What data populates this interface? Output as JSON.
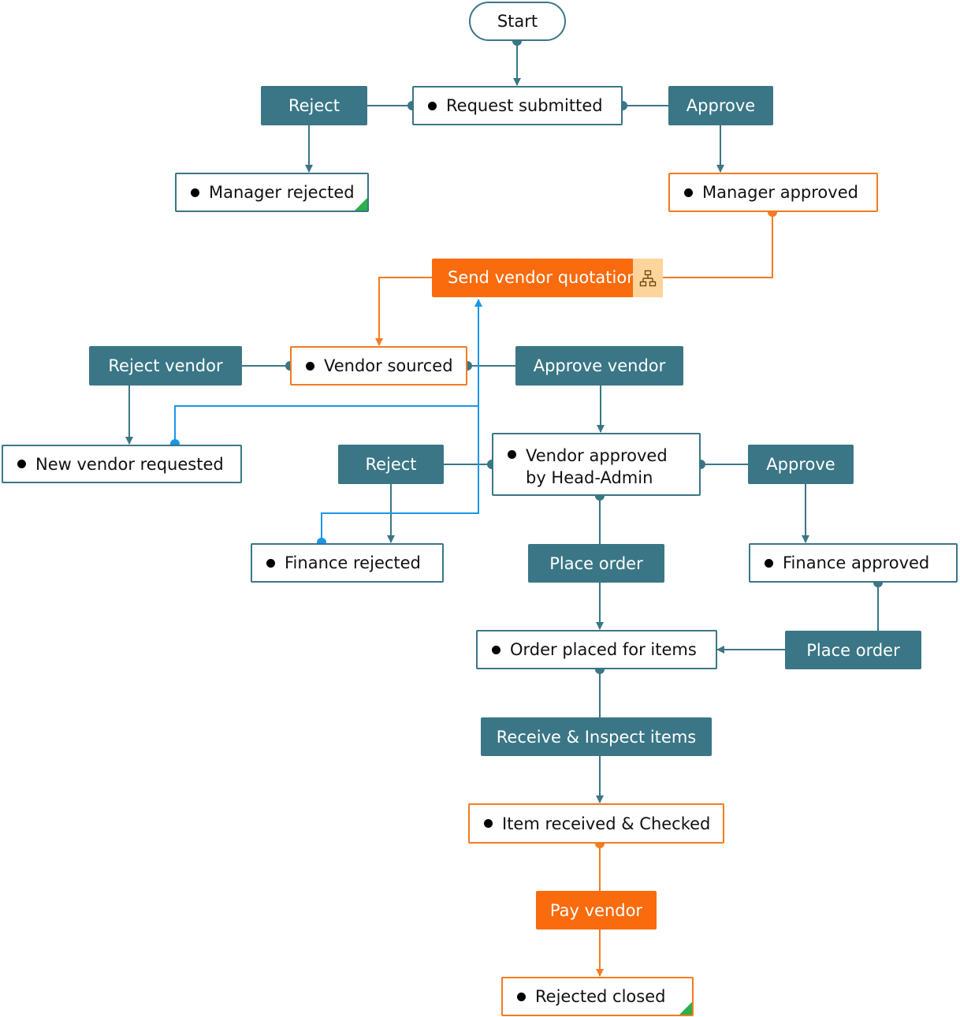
{
  "start": "Start",
  "actions": {
    "reject_manager": "Reject",
    "approve_manager": "Approve",
    "send_vendor_quotation": "Send vendor quotation",
    "reject_vendor": "Reject vendor",
    "approve_vendor": "Approve vendor",
    "reject_finance": "Reject",
    "approve_finance": "Approve",
    "place_order_main": "Place order",
    "place_order_finance": "Place order",
    "receive_inspect": "Receive & Inspect items",
    "pay_vendor": "Pay vendor"
  },
  "states": {
    "request_submitted": "Request submitted",
    "manager_rejected": "Manager rejected",
    "manager_approved": "Manager approved",
    "vendor_sourced": "Vendor sourced",
    "new_vendor_requested": "New vendor requested",
    "vendor_approved": "Vendor approved\nby Head-Admin",
    "finance_rejected": "Finance rejected",
    "finance_approved": "Finance approved",
    "order_placed": "Order placed for items",
    "item_received": "Item received & Checked",
    "rejected_closed": "Rejected closed"
  },
  "icons": {
    "subprocess": "hierarchy-icon",
    "final": "final-state-corner-icon"
  },
  "colors": {
    "teal": "#3a7686",
    "orange": "#f96b0d",
    "orange_line": "#f47b20",
    "blue_line": "#1a96e8",
    "final_green": "#2bb04a",
    "subprocess_bg": "#fdd49a"
  }
}
